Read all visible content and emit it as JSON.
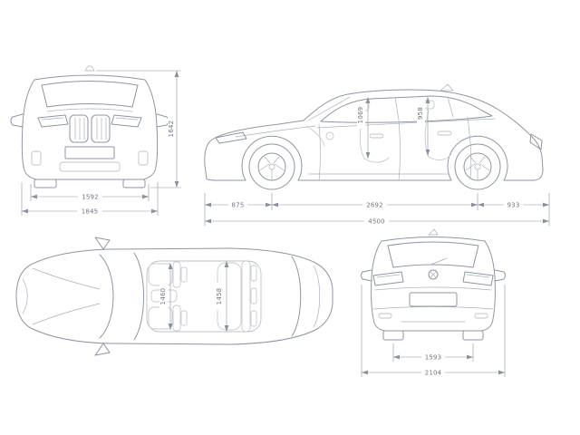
{
  "views": {
    "front": {
      "track_width": "1592",
      "overall_width": "1845",
      "overall_height": "1642"
    },
    "side": {
      "front_headroom": "1069",
      "rear_headroom": "958",
      "front_overhang": "875",
      "wheelbase": "2692",
      "rear_overhang": "933",
      "overall_length": "4500"
    },
    "top": {
      "front_interior_width": "1460",
      "rear_interior_width": "1458"
    },
    "rear": {
      "track_width": "1593",
      "overall_width_incl_mirrors": "2104"
    }
  }
}
